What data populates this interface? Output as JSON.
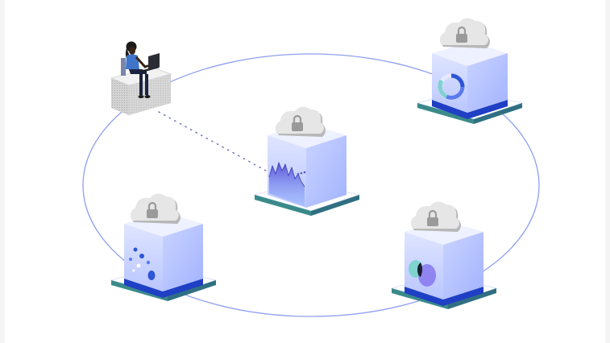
{
  "diagram": {
    "colors": {
      "background": "#ffffff",
      "ring": "#8f9ff0",
      "cube_front": "#c9d2ff",
      "cube_side": "#aab8ff",
      "cube_top": "#e7ecff",
      "stripe": "#1f3fc4",
      "base_top": "#ffffff",
      "base_edge": "#3a8a8a",
      "cloud": "#dcdcdc",
      "cloud_shadow": "#b8b8b8",
      "lock": "#9a9a9a",
      "connector": "#6a73b5",
      "person_skin": "#3b2416",
      "person_shirt": "#3e74c9",
      "person_pants": "#1c2340",
      "desk_front": "#d9d9d9",
      "desk_top": "#f2f2f2"
    },
    "nodes": [
      {
        "id": "analytics-data-store",
        "icon": "area-chart-icon"
      },
      {
        "id": "scatter-data-store",
        "icon": "scatter-plot-icon"
      },
      {
        "id": "donut-data-store",
        "icon": "donut-chart-icon"
      },
      {
        "id": "venn-data-store",
        "icon": "venn-diagram-icon"
      }
    ],
    "user": {
      "icon": "person-at-laptop-icon",
      "workstation": "desk-icon"
    },
    "security": {
      "icon": "cloud-lock-icon"
    }
  }
}
